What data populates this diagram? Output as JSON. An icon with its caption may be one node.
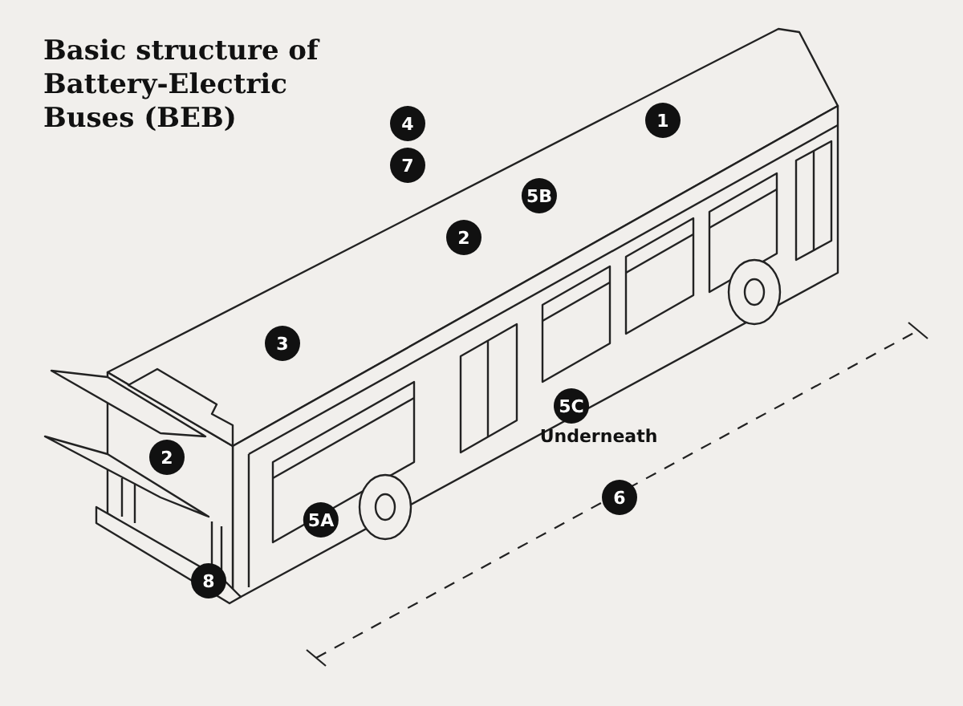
{
  "diagram": {
    "title": "Basic structure of Battery-Electric Buses (BEB)",
    "labels": [
      "1",
      "4",
      "7",
      "5B",
      "2",
      "3",
      "5C",
      "Underneath",
      "2",
      "6",
      "5A",
      "8"
    ]
  }
}
